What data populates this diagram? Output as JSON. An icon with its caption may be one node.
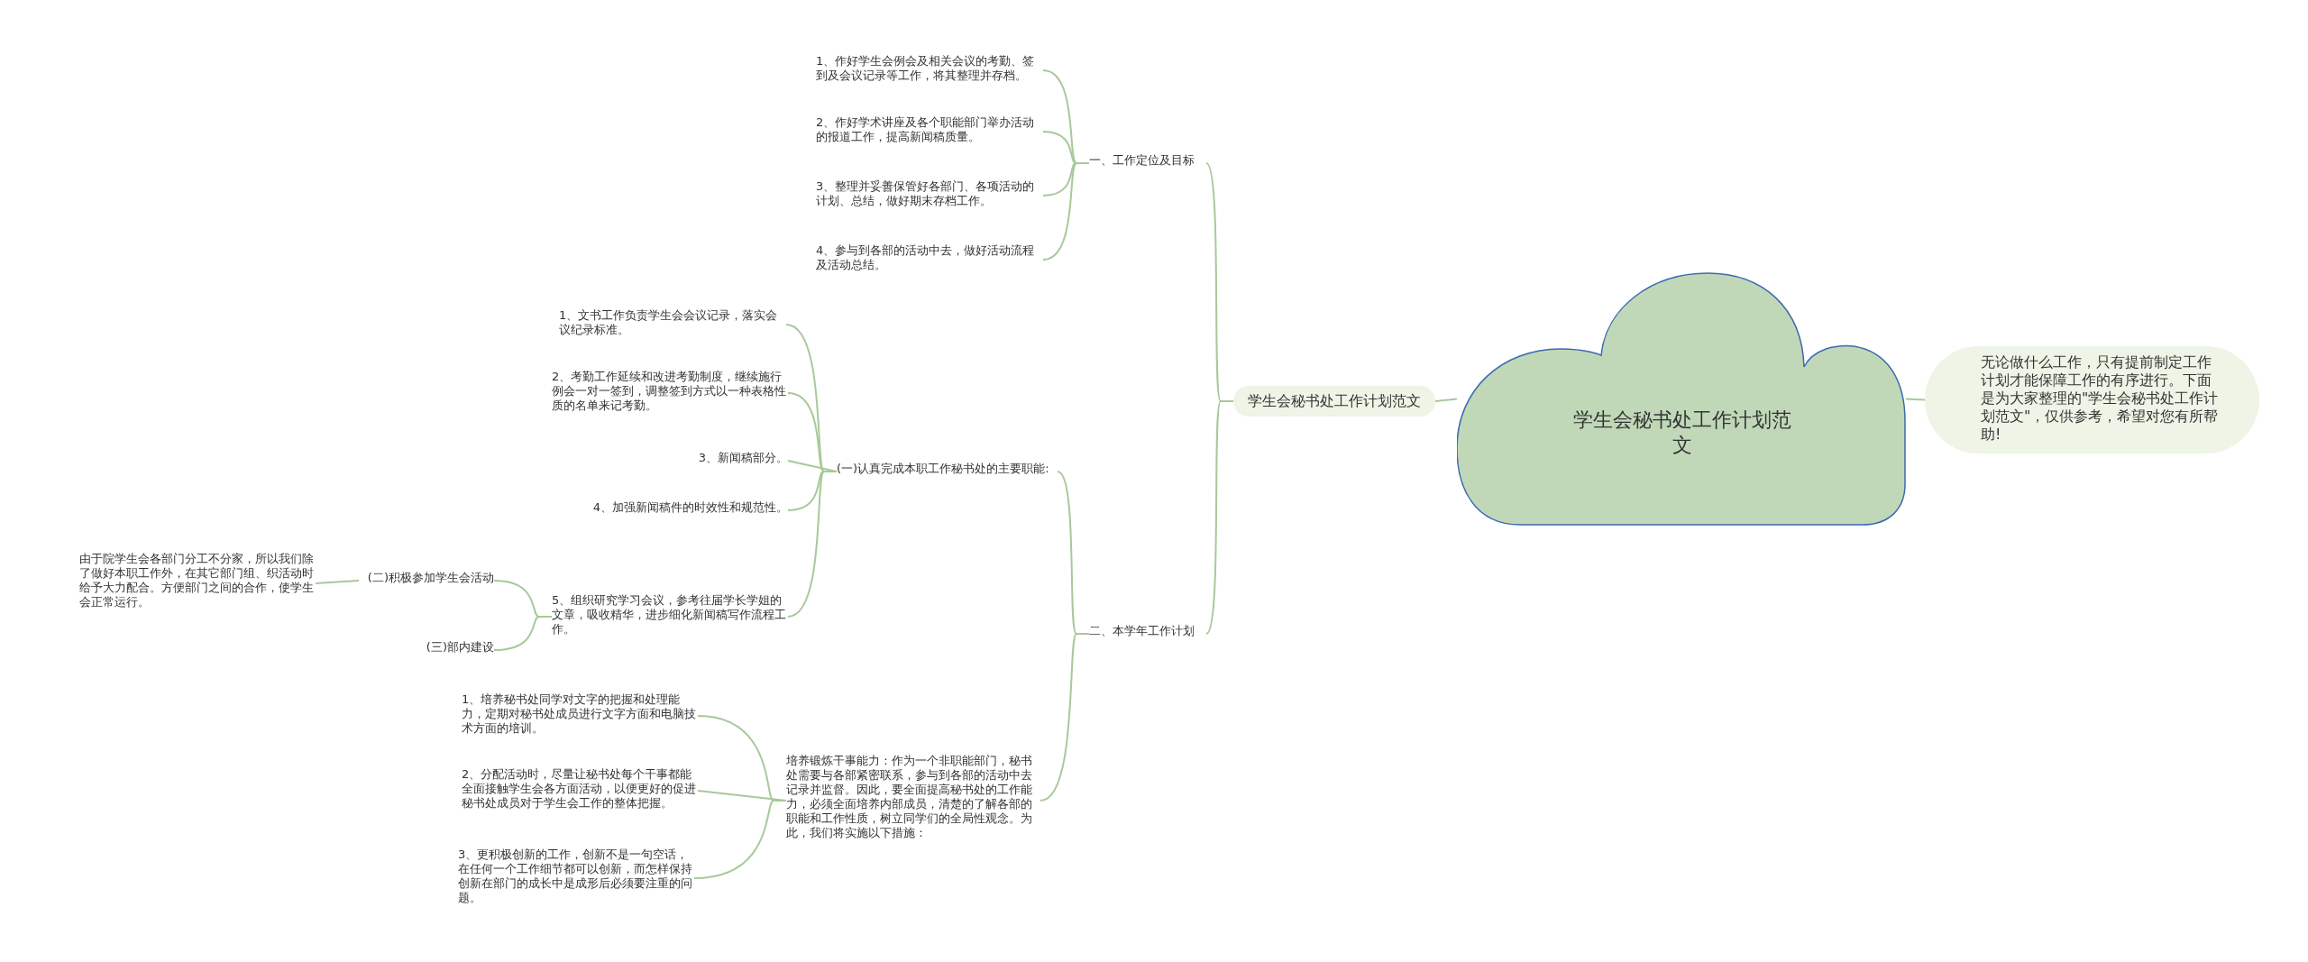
{
  "diagram": {
    "nodes": [
      {
        "text": [
          "学生会秘书处工作计划范文"
        ]
      },
      {
        "text": [
          "无论做什么工作，只有提前制定工作计划才能保障工作的有序进行。下面是为大家整理的\"学生会秘书处工作计划范文\"，仅供参考，希望对您有所帮助!"
        ]
      },
      {
        "text": [
          "学生会秘书处工作计划范文"
        ]
      },
      {
        "text": [
          "一、工作定位及目标"
        ]
      },
      {
        "text": [
          "1、作好学生会例会及相关会议的考勤、签到及会议记录等工作，将其整理并存档。"
        ]
      },
      {
        "text": [
          "2、作好学术讲座及各个职能部门举办活动的报道工作，提高新闻稿质量。"
        ]
      },
      {
        "text": [
          "3、整理并妥善保管好各部门、各项活动的计划、总结，做好期末存档工作。"
        ]
      },
      {
        "text": [
          "4、参与到各部的活动中去，做好活动流程及活动总结。"
        ]
      },
      {
        "text": [
          "二、本学年工作计划"
        ]
      },
      {
        "text": [
          "(一)认真完成本职工作秘书处的主要职能:"
        ]
      },
      {
        "text": [
          "1、文书工作负责学生会会议记录，落实会议纪录标准。"
        ]
      },
      {
        "text": [
          "2、考勤工作延续和改进考勤制度，继续施行例会一对一签到，调整签到方式以一种表格性质的名单来记考勤。"
        ]
      },
      {
        "text": [
          "3、新闻稿部分。"
        ]
      },
      {
        "text": [
          "4、加强新闻稿件的时效性和规范性。"
        ]
      },
      {
        "text": [
          "5、组织研究学习会议，参考往届学长学姐的文章，吸收精华，进步细化新闻稿写作流程工作。"
        ]
      },
      {
        "text": [
          "(二)积极参加学生会活动"
        ]
      },
      {
        "text": [
          "由于院学生会各部门分工不分家，所以我们除了做好本职工作外，在其它部门组、织活动时给予大力配合。方便部门之间的合作，使学生会正常运行。"
        ]
      },
      {
        "text": [
          "(三)部内建设"
        ]
      },
      {
        "text": [
          "培养锻炼干事能力：作为一个非职能部门，秘书处需要与各部紧密联系，参与到各部的活动中去记录并监督。因此，要全面提高秘书处的工作能力，必须全面培养内部成员，清楚的了解各部的职能和工作性质，树立同学们的全局性观念。为此，我们将实施以下措施："
        ]
      },
      {
        "text": [
          "1、培养秘书处同学对文字的把握和处理能力，定期对秘书处成员进行文字方面和电脑技术方面的培训。"
        ]
      },
      {
        "text": [
          "2、分配活动时，尽量让秘书处每个干事都能全面接触学生会各方面活动，以便更好的促进秘书处成员对于学生会工作的整体把握。"
        ]
      },
      {
        "text": [
          "3、更积极创新的工作，创新不是一句空话，在任何一个工作细节都可以创新，而怎样保持创新在部门的成长中是成形后必须要注重的问题。"
        ]
      }
    ],
    "edges": [
      {
        "from": 0,
        "to": 1,
        "arrow": "none"
      },
      {
        "from": 0,
        "to": 2,
        "arrow": "none"
      },
      {
        "from": 2,
        "to": 3,
        "arrow": "none"
      },
      {
        "from": 3,
        "to": 4,
        "arrow": "none"
      },
      {
        "from": 3,
        "to": 5,
        "arrow": "none"
      },
      {
        "from": 3,
        "to": 6,
        "arrow": "none"
      },
      {
        "from": 3,
        "to": 7,
        "arrow": "none"
      },
      {
        "from": 2,
        "to": 8,
        "arrow": "none"
      },
      {
        "from": 8,
        "to": 9,
        "arrow": "none"
      },
      {
        "from": 9,
        "to": 10,
        "arrow": "none"
      },
      {
        "from": 9,
        "to": 11,
        "arrow": "none"
      },
      {
        "from": 9,
        "to": 12,
        "arrow": "none"
      },
      {
        "from": 9,
        "to": 13,
        "arrow": "none"
      },
      {
        "from": 9,
        "to": 14,
        "arrow": "none"
      },
      {
        "from": 14,
        "to": 15,
        "arrow": "none"
      },
      {
        "from": 15,
        "to": 16,
        "arrow": "none"
      },
      {
        "from": 14,
        "to": 17,
        "arrow": "none"
      },
      {
        "from": 8,
        "to": 18,
        "arrow": "none"
      },
      {
        "from": 18,
        "to": 19,
        "arrow": "none"
      },
      {
        "from": 18,
        "to": 20,
        "arrow": "none"
      },
      {
        "from": 18,
        "to": 21,
        "arrow": "none"
      }
    ]
  }
}
